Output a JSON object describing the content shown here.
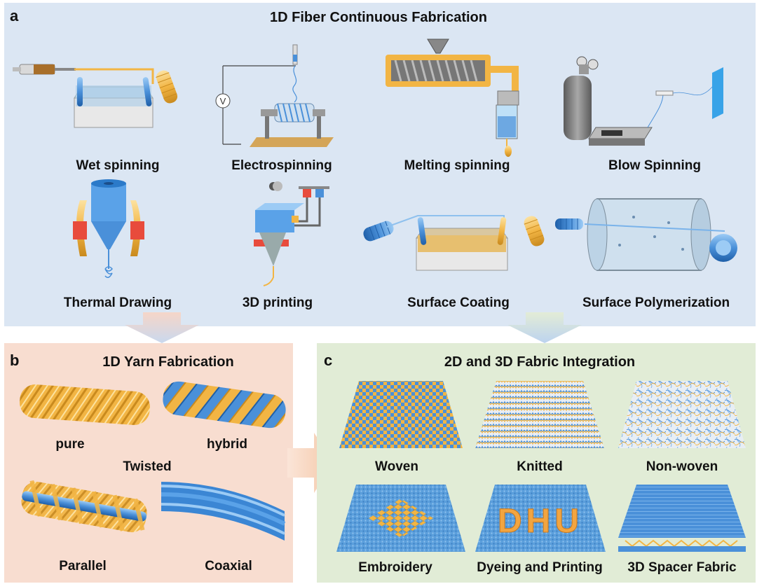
{
  "panel_a": {
    "letter": "a",
    "title": "1D Fiber Continuous Fabrication",
    "methods": [
      "Wet spinning",
      "Electrospinning",
      "Melting spinning",
      "Blow Spinning",
      "Thermal Drawing",
      "3D printing",
      "Surface Coating",
      "Surface Polymerization"
    ]
  },
  "panel_b": {
    "letter": "b",
    "title": "1D Yarn Fabrication",
    "labels": {
      "pure": "pure",
      "hybrid": "hybrid",
      "twisted": "Twisted",
      "parallel": "Parallel",
      "coaxial": "Coaxial"
    }
  },
  "panel_c": {
    "letter": "c",
    "title": "2D and 3D Fabric Integration",
    "fabrics": [
      "Woven",
      "Knitted",
      "Non-woven",
      "Embroidery",
      "Dyeing and Printing",
      "3D Spacer Fabric"
    ],
    "printed_text": "DHU"
  },
  "electro_meter_symbol": "V",
  "colors": {
    "fiber_orange": "#f2b544",
    "fiber_blue": "#4a90d9",
    "panel_a_bg": "#dbe6f3",
    "panel_b_bg": "#f8ddd0",
    "panel_c_bg": "#e1ecd6"
  }
}
